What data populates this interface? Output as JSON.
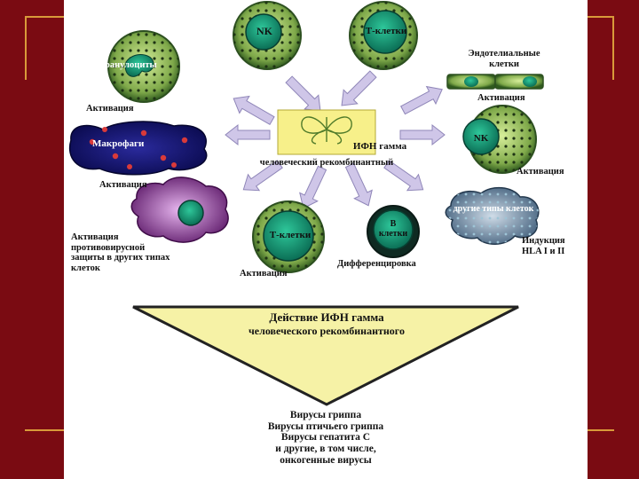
{
  "slide": {
    "colors": {
      "background": "#7a0b12",
      "frame": "#d89a3a",
      "panel": "#ffffff",
      "arrow": "#cfc6e8",
      "center": "#f7f08a",
      "triangle": "#f6f2a6"
    }
  },
  "center": {
    "title": "ИФН гамма",
    "subtitle": "человеческий рекомбинантный"
  },
  "cells": {
    "nk_top": "NK",
    "t_top": "Т-клетки",
    "granulocytes": "Гранулоциты",
    "macrophages": "Макрофаги",
    "nk_right": "NK",
    "t_bottom": "Т-клетки",
    "b_cells": "В клетки",
    "other_types": "другие типы клеток"
  },
  "labels": {
    "endothelial": "Эндотелиальные клетки",
    "act_endo": "Активация",
    "act_gran": "Активация",
    "act_macro": "Активация",
    "act_nk": "Активация",
    "antiviral": "Активация противовирусной защиты в других типах клеток",
    "act_t": "Активация",
    "differentiation": "Дифференцировка",
    "hla": "Индукция HLA I и II"
  },
  "triangle": {
    "line1": "Действие ИФН гамма",
    "line2": "человеческого рекомбинантного"
  },
  "viruses": [
    "Вирусы гриппа",
    "Вирусы птичьего гриппа",
    "Вирусы гепатита С",
    "и другие, в том числе,",
    "онкогенные вирусы"
  ]
}
